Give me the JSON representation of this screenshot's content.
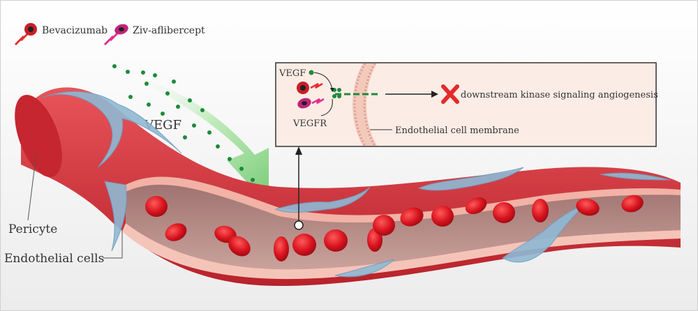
{
  "legend": {
    "drug1": "Bevacizumab",
    "drug2": "Ziv-aflibercept"
  },
  "labels": {
    "vegf_main": "VEGF",
    "pericyte": "Pericyte",
    "endothelial_cells": "Endothelial cells"
  },
  "inset": {
    "vegf": "VEGF",
    "vegfr": "VEGFR",
    "downstream": "downstream kinase signaling angiogenesis",
    "membrane": "Endothelial cell membrane"
  },
  "colors": {
    "vessel_outer": "#d7333c",
    "vessel_inner": "#f2b2a6",
    "lumen": "#b98a86",
    "rbc": "#d8141f",
    "pericyte": "#8fb9d4",
    "vegf_dot": "#1e8a3c",
    "arrow_green": "#7fd07a",
    "x_mark": "#e42b2b",
    "inset_bg": "#fbece6"
  },
  "icons": [
    "bevacizumab-icon",
    "ziv-aflibercept-icon",
    "blocked-x-icon"
  ]
}
